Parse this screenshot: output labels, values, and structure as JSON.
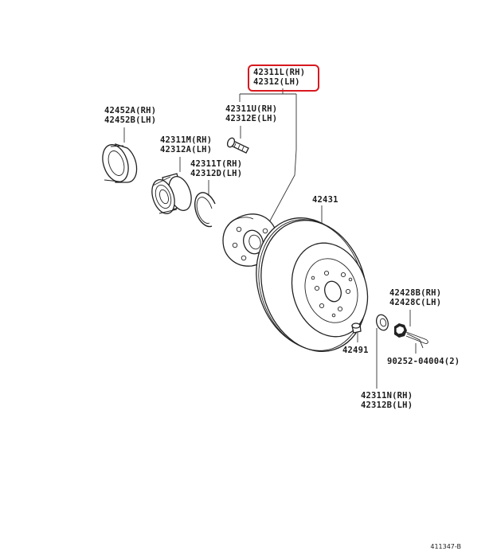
{
  "highlight_color": "#d7191f",
  "labels": {
    "hub_rh": "42311L(RH)",
    "hub_lh": "42312(LH)",
    "seal_rh": "42452A(RH)",
    "seal_lh": "42452B(LH)",
    "bolt_rh": "42311U(RH)",
    "bolt_lh": "42312E(LH)",
    "bearing_rh": "42311M(RH)",
    "bearing_lh": "42312A(LH)",
    "snapring_rh": "42311T(RH)",
    "snapring_lh": "42312D(LH)",
    "disc": "42431",
    "plug": "42491",
    "nut_rh": "42428B(RH)",
    "nut_lh": "42428C(LH)",
    "cotter_pin": "90252-04004(2)",
    "washer_rh": "42311N(RH)",
    "washer_lh": "42312B(LH)"
  },
  "figure_ref": "411347-B"
}
